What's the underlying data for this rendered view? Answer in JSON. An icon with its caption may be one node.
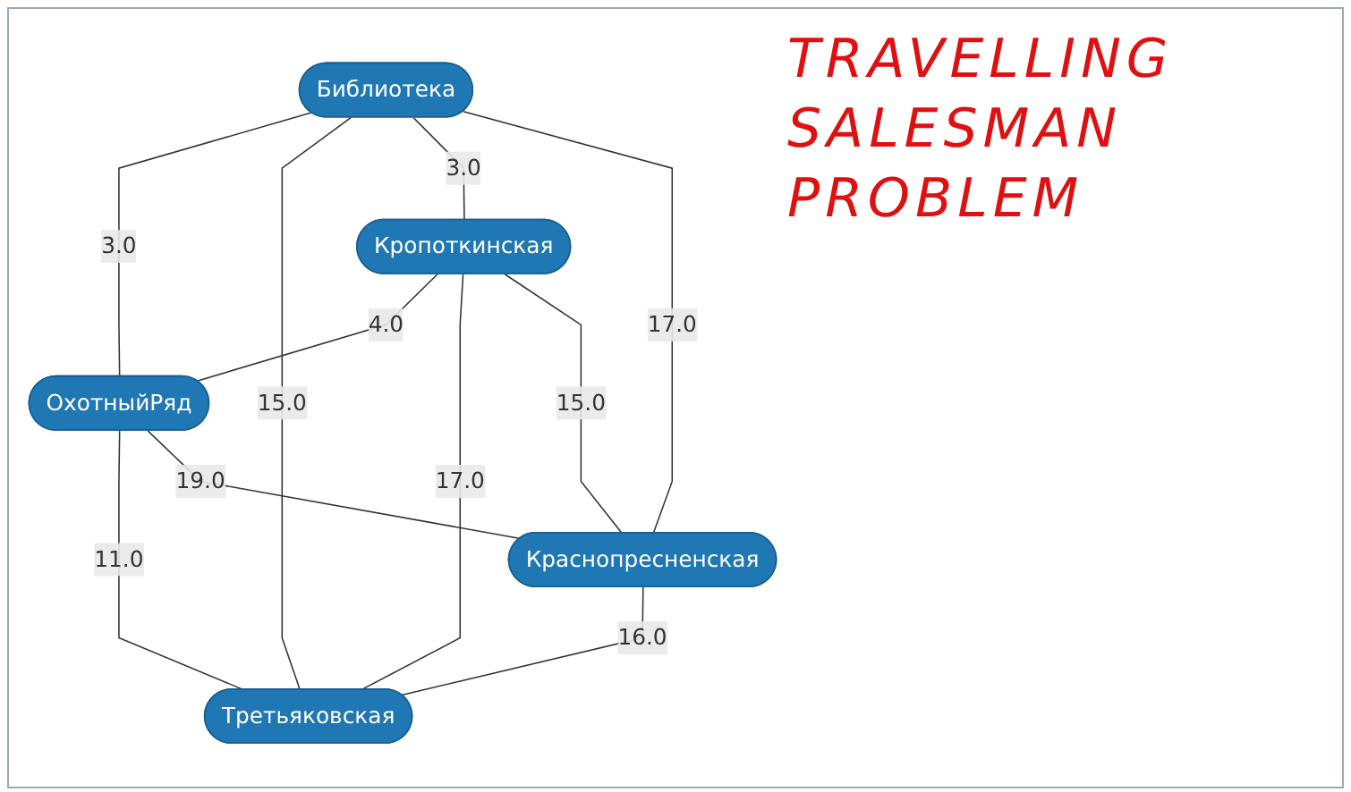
{
  "diagram": {
    "title": "TRAVELLING SALESMAN PROBLEM",
    "nodes": [
      {
        "text": [
          "ОхотныйРяд"
        ]
      },
      {
        "text": [
          "Библиотека"
        ]
      },
      {
        "text": [
          "Третьяковская"
        ]
      },
      {
        "text": [
          "Кропоткинская"
        ]
      },
      {
        "text": [
          "Краснопресненская"
        ]
      }
    ],
    "edges": [
      {
        "from": 1,
        "to": 0,
        "arrow": "none",
        "label": "3.0"
      },
      {
        "from": 0,
        "to": 2,
        "arrow": "none",
        "label": "11.0"
      },
      {
        "from": 1,
        "to": 2,
        "arrow": "none",
        "label": "15.0"
      },
      {
        "from": 1,
        "to": 3,
        "arrow": "none",
        "label": "3.0"
      },
      {
        "from": 3,
        "to": 0,
        "arrow": "none",
        "label": "4.0"
      },
      {
        "from": 1,
        "to": 4,
        "arrow": "none",
        "label": "17.0"
      },
      {
        "from": 0,
        "to": 4,
        "arrow": "none",
        "label": "19.0"
      },
      {
        "from": 3,
        "to": 2,
        "arrow": "none",
        "label": "17.0"
      },
      {
        "from": 4,
        "to": 2,
        "arrow": "none",
        "label": "16.0"
      },
      {
        "from": 3,
        "to": 4,
        "arrow": "none",
        "label": "15.0"
      }
    ]
  }
}
